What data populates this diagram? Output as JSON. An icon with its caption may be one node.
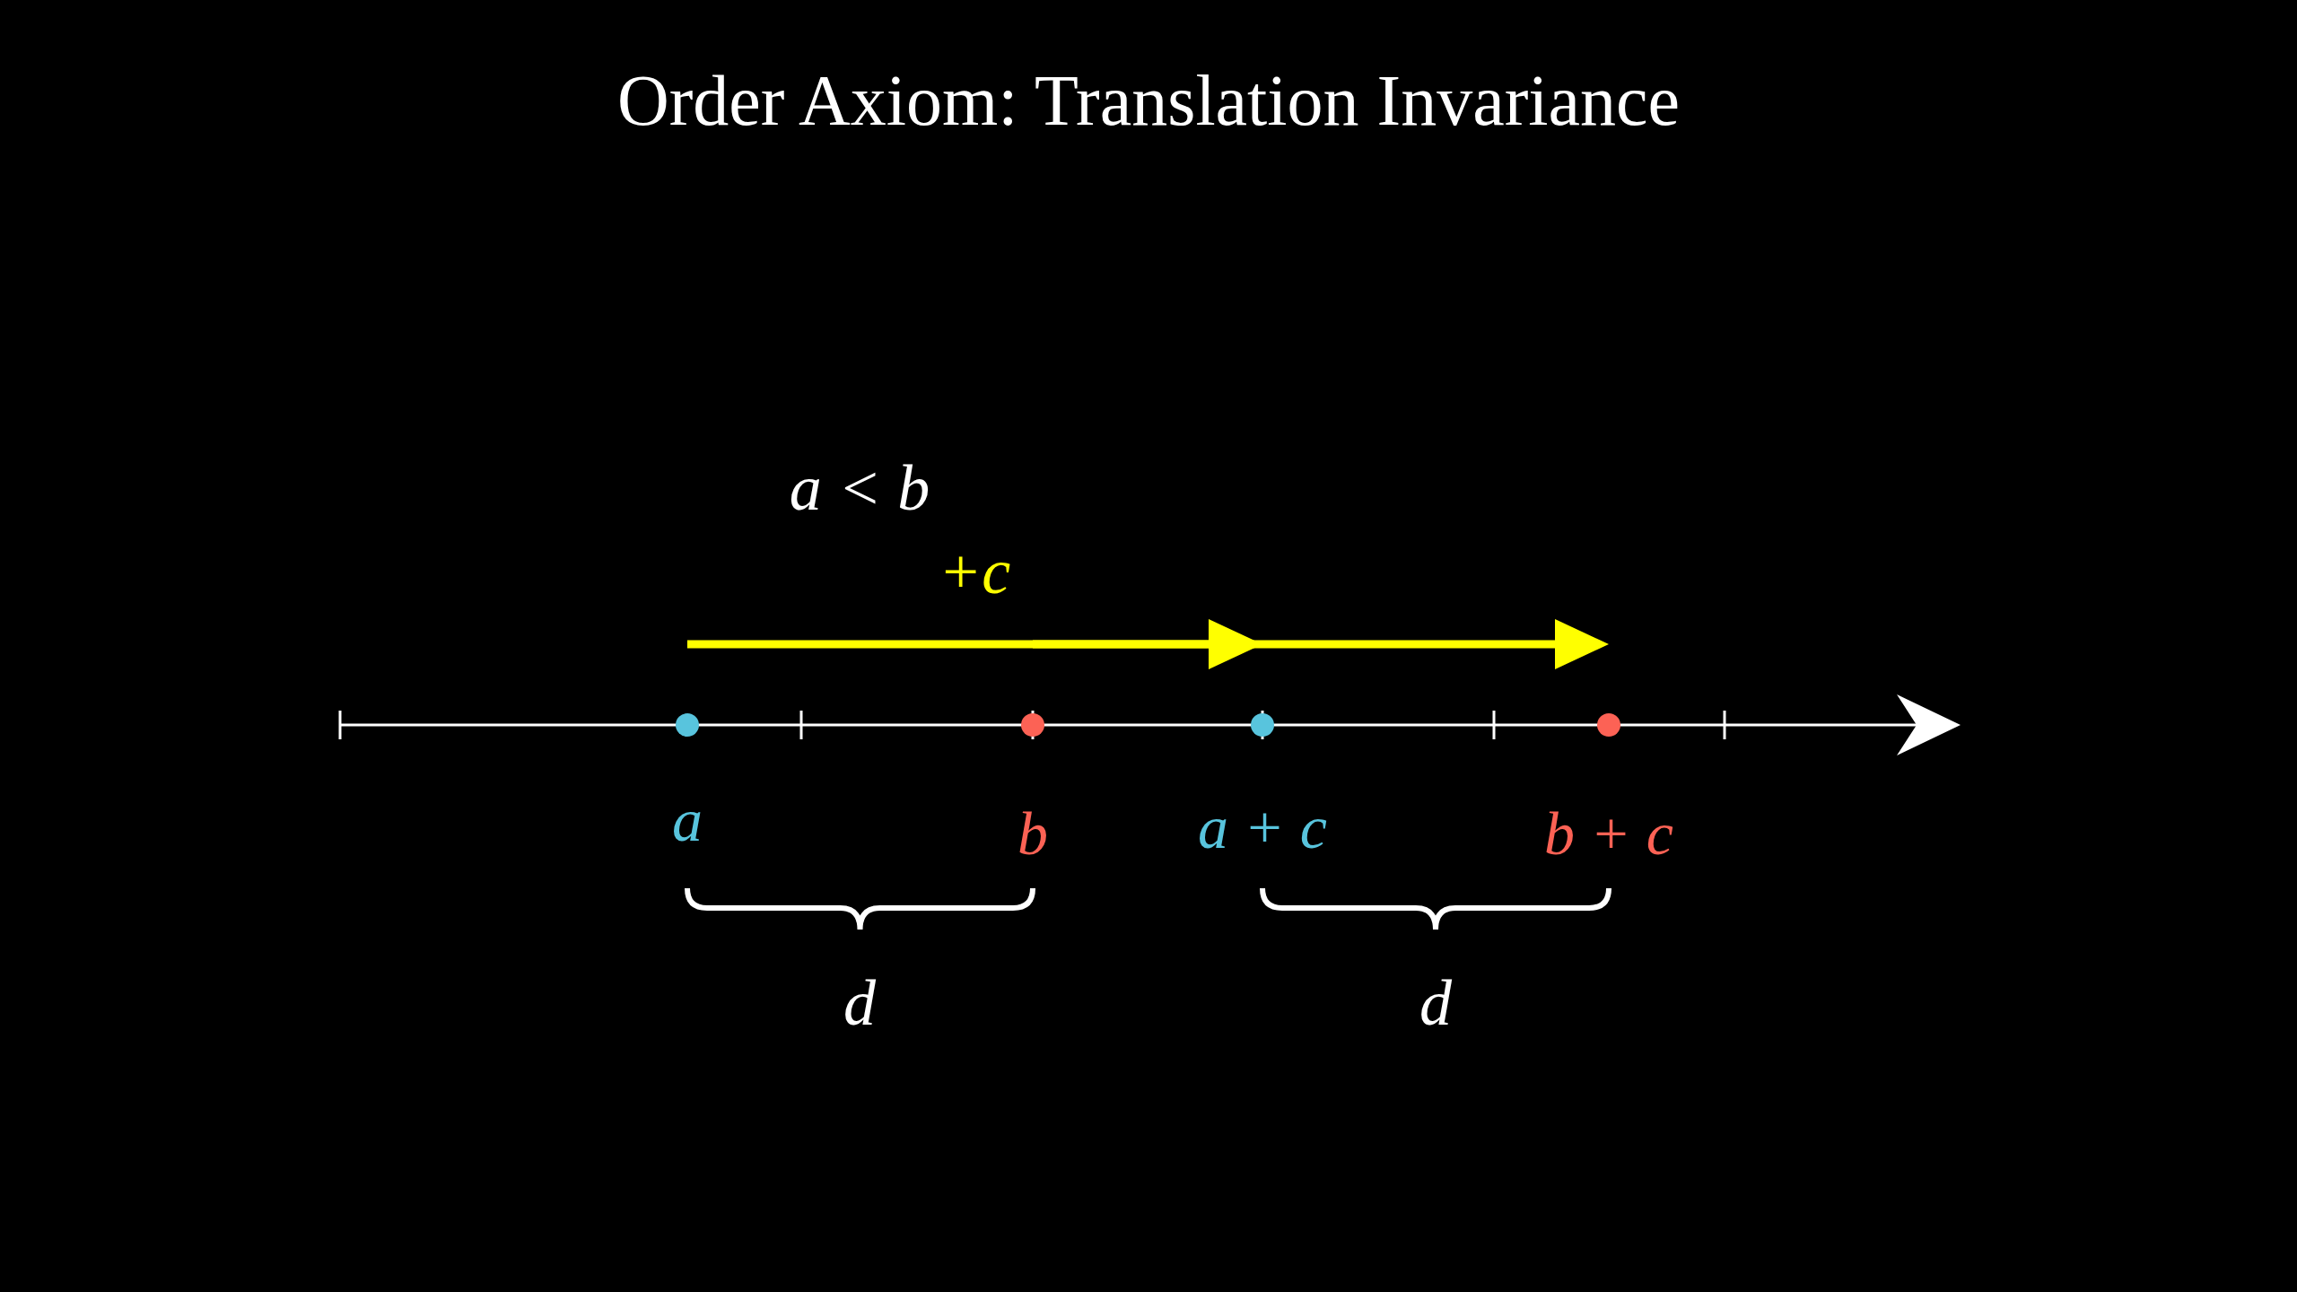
{
  "diagram": {
    "title": "Order Axiom: Translation Invariance",
    "nodes": [
      {
        "text": [],
        "shape": "circle",
        "beside": [
          "a"
        ]
      },
      {
        "text": [],
        "shape": "circle",
        "beside": [
          "b"
        ]
      },
      {
        "text": [],
        "shape": "circle",
        "beside": [
          "a + c"
        ]
      },
      {
        "text": [],
        "shape": "circle",
        "beside": [
          "b + c"
        ]
      }
    ],
    "edges": [],
    "labels": [
      "a < b",
      "+c",
      "d",
      "d"
    ]
  }
}
